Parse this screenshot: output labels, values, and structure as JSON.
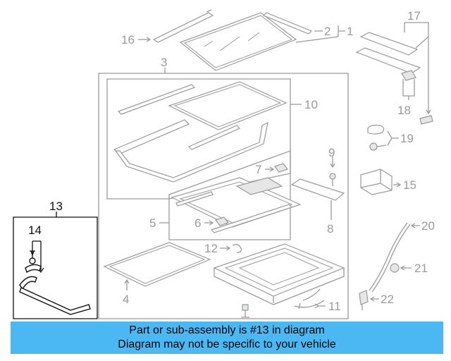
{
  "callouts": {
    "c1": "1",
    "c2": "2",
    "c3": "3",
    "c4": "4",
    "c5": "5",
    "c6": "6",
    "c7": "7",
    "c8": "8",
    "c9": "9",
    "c10": "10",
    "c11": "11",
    "c12": "12",
    "c13": "13",
    "c14": "14",
    "c15": "15",
    "c16": "16",
    "c17": "17",
    "c18": "18",
    "c19": "19",
    "c20": "20",
    "c21": "21",
    "c22": "22"
  },
  "highlighted_part": "13",
  "banner": {
    "line1": "Part or sub-assembly is #13 in diagram",
    "line2": "Diagram may not be specific to your vehicle",
    "color": "#4ab8f2"
  }
}
